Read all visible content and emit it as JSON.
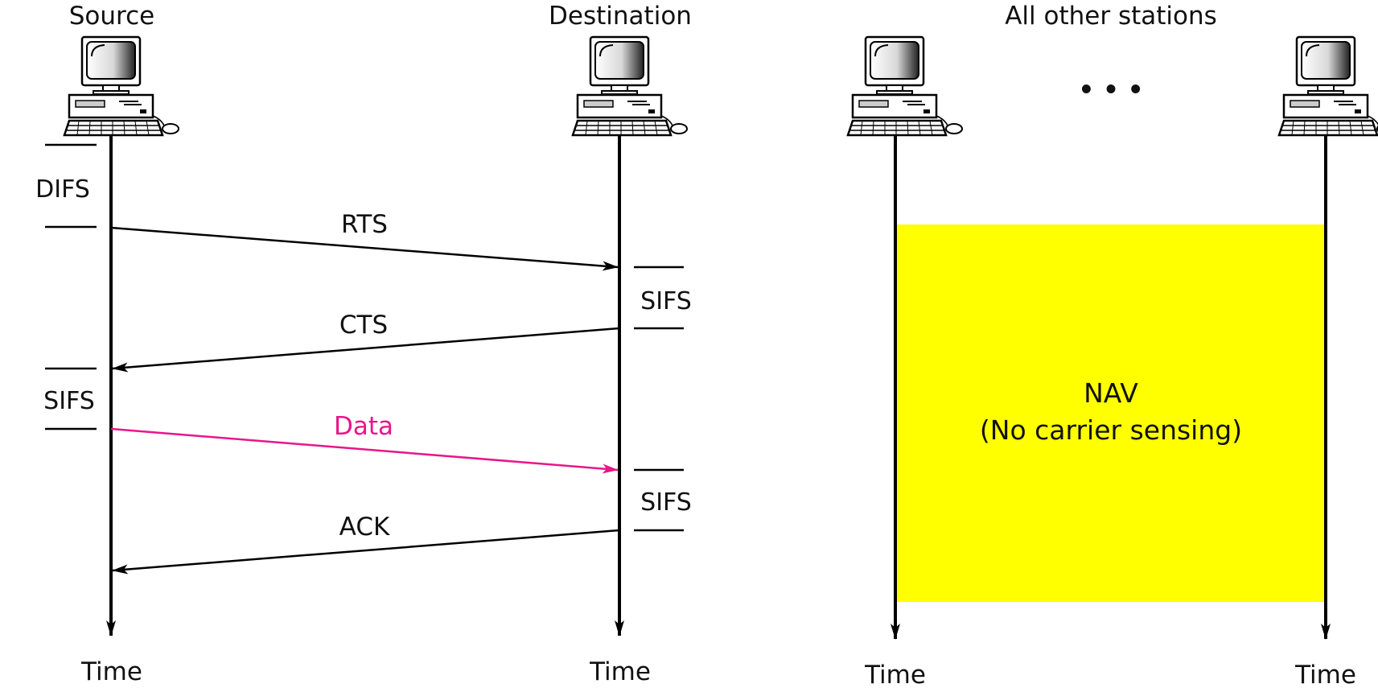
{
  "stations": {
    "source": "Source",
    "destination": "Destination",
    "others": "All other stations",
    "ellipsis": "• • •"
  },
  "intervals": {
    "difs": "DIFS",
    "sifs_source": "SIFS",
    "sifs_dest_1": "SIFS",
    "sifs_dest_2": "SIFS"
  },
  "messages": {
    "rts": "RTS",
    "cts": "CTS",
    "data": "Data",
    "ack": "ACK"
  },
  "nav": {
    "line1": "NAV",
    "line2": "(No carrier sensing)"
  },
  "time_labels": {
    "source": "Time",
    "destination": "Time",
    "other_1": "Time",
    "other_2": "Time"
  },
  "colors": {
    "data_arrow": "#e8168a",
    "nav_fill": "#ffff00",
    "line": "#000000"
  }
}
